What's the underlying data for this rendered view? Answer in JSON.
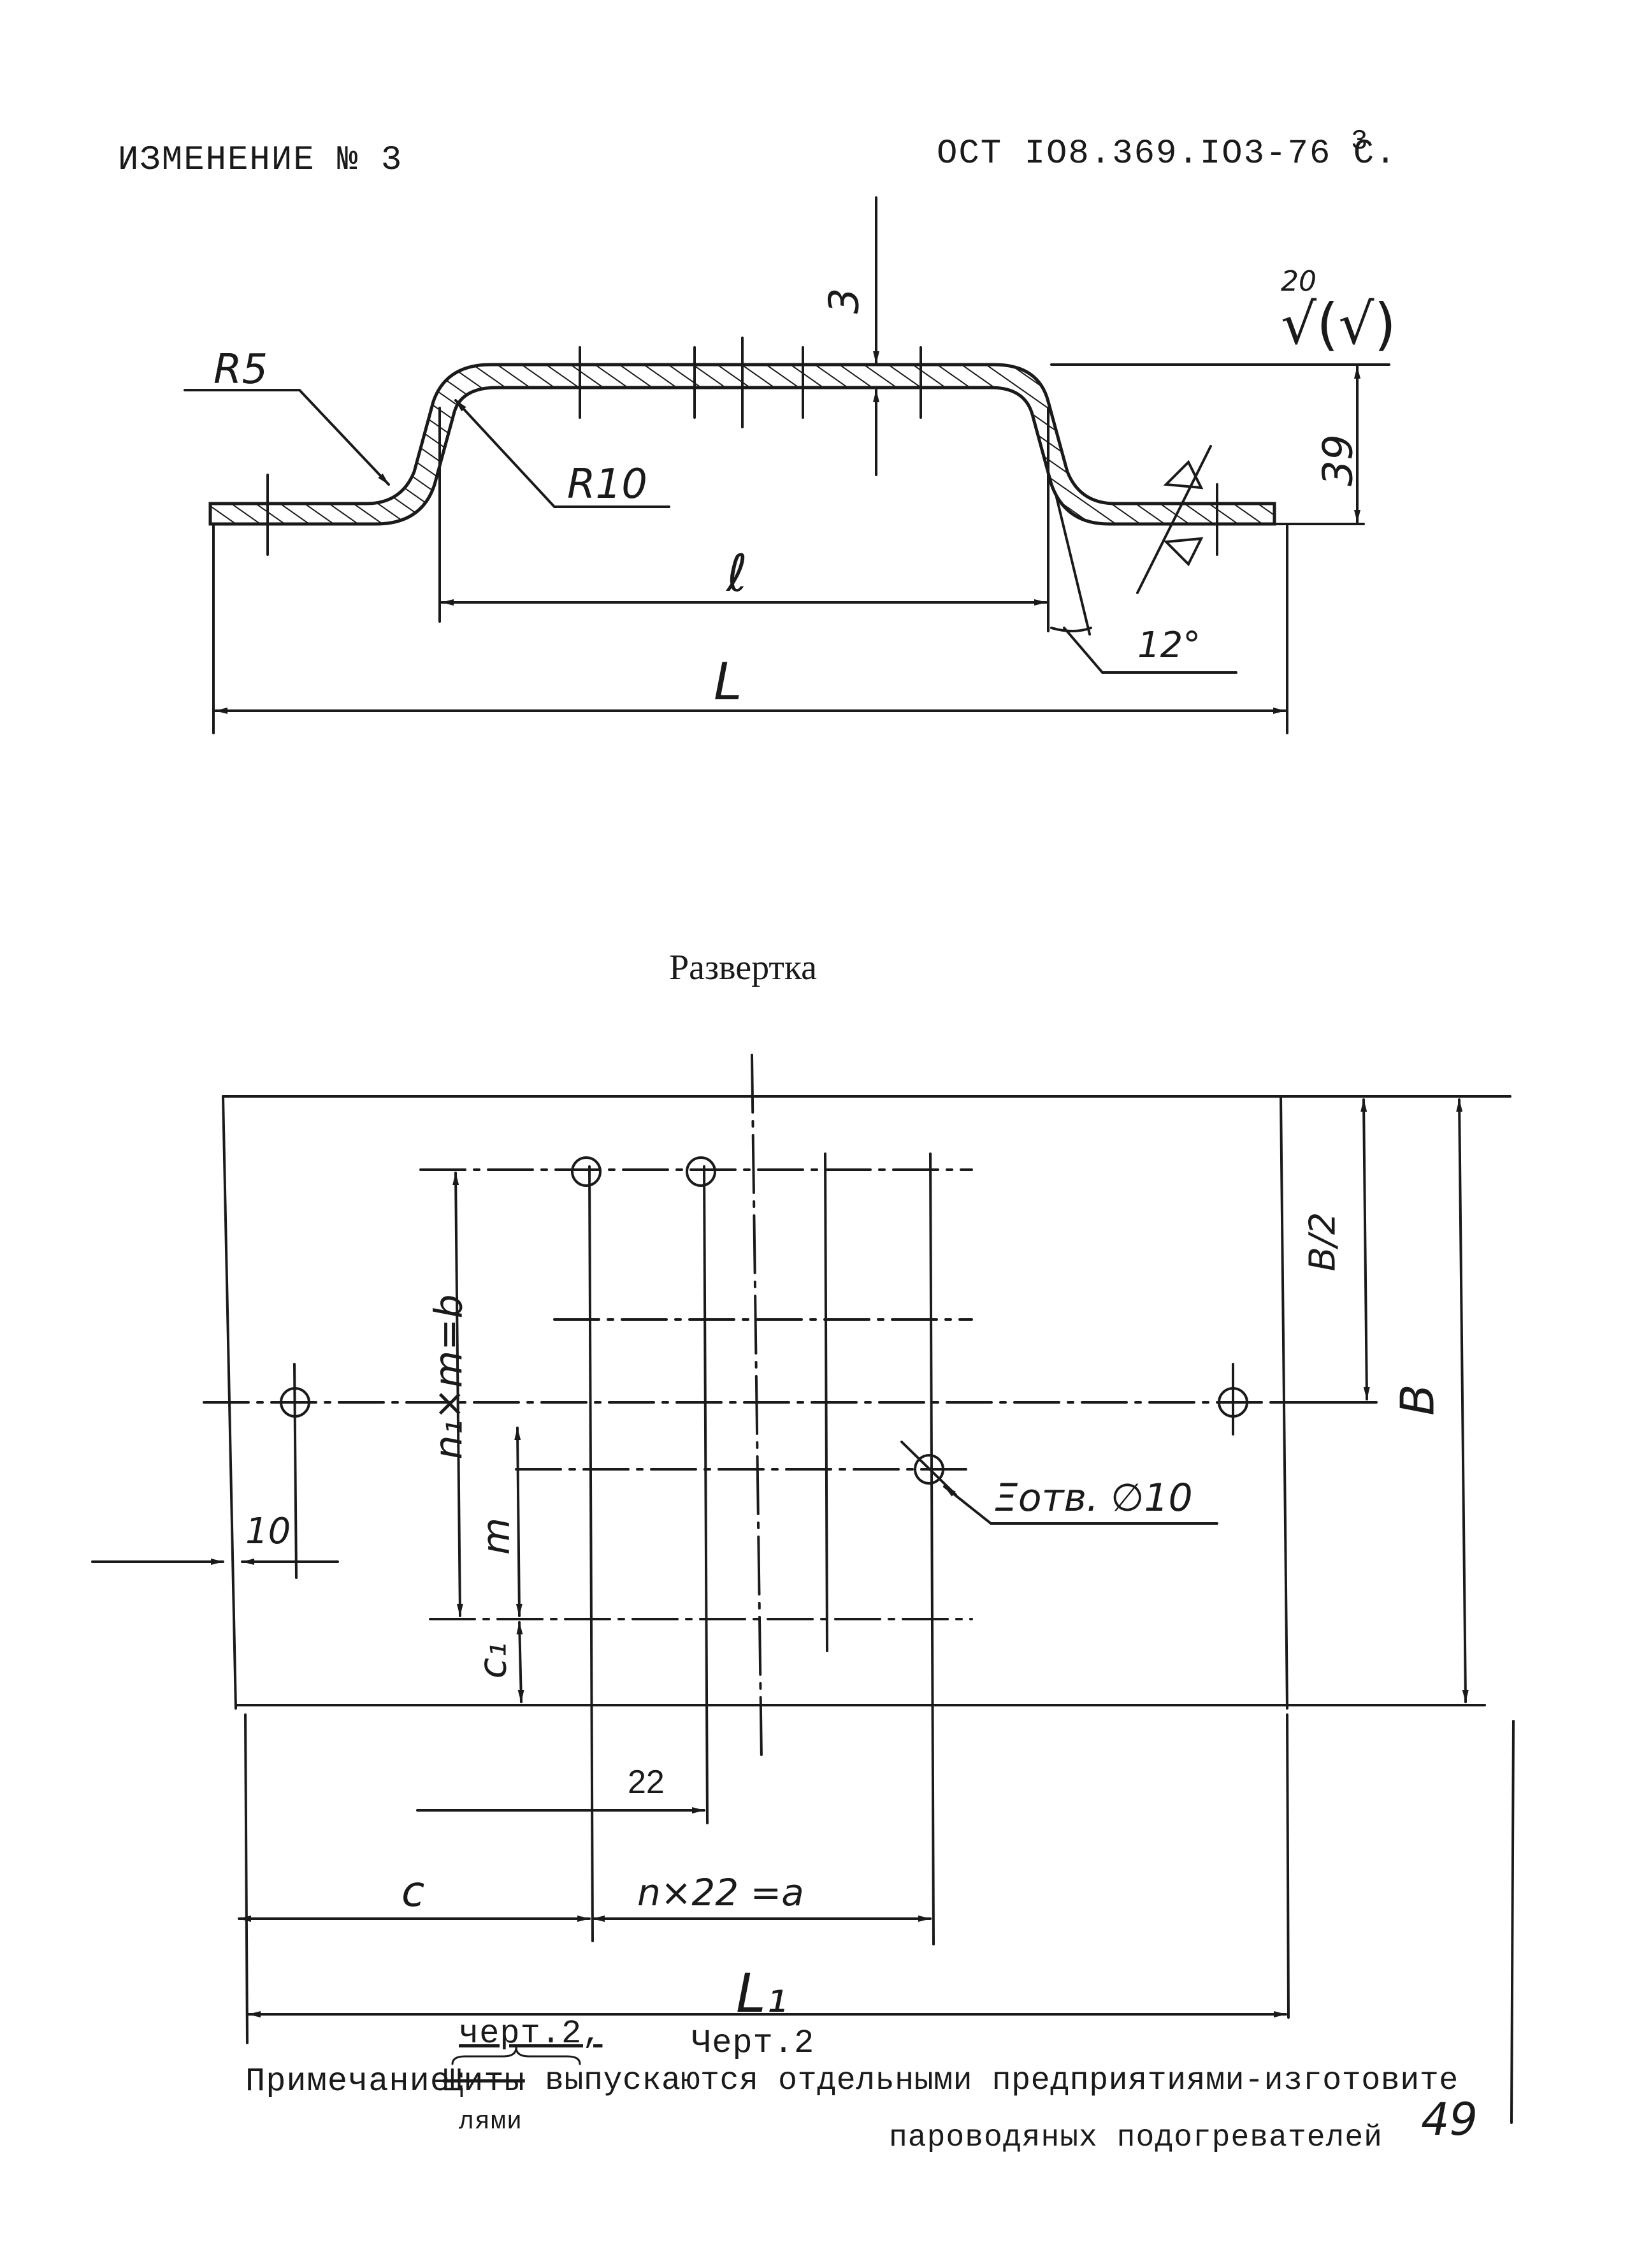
{
  "header": {
    "change_label": "ИЗМЕНЕНИЕ № 3",
    "standard_code": "ОСТ IO8.369.IO3-76 С.",
    "page_no": "3"
  },
  "profile": {
    "radius_small": "R5",
    "radius_large": "R10",
    "thickness": "3",
    "height": "39",
    "inner_length": "ℓ",
    "total_length": "L",
    "angle": "12°",
    "roughness_value": "20",
    "roughness_symbol": "√(√)"
  },
  "development": {
    "title": "Развертка",
    "dim_half_width": "B/2",
    "dim_half_width_num": "B",
    "dim_half_width_den": "2",
    "dim_width": "B",
    "dim_edge_offset": "10",
    "dim_rows": "n₁×m=b",
    "dim_step": "m",
    "dim_edge_row": "c₁",
    "dim_pitch": "22",
    "dim_col_offset": "c",
    "dim_cols": "n×22 =a",
    "dim_length": "L₁",
    "hole_callout": "Ξотв. ∅10"
  },
  "footer": {
    "drawing_ref_struck": "черт.2,",
    "drawing_ref": "Черт.2",
    "note_prefix": "Примечание:",
    "note_word_struck": "Щиты",
    "note_line1": "выпускаются отдельными предприятиями-изготовите",
    "note_line2_left": "лями",
    "note_line2_right": "пароводяных подогревателей",
    "page_number": "49"
  }
}
